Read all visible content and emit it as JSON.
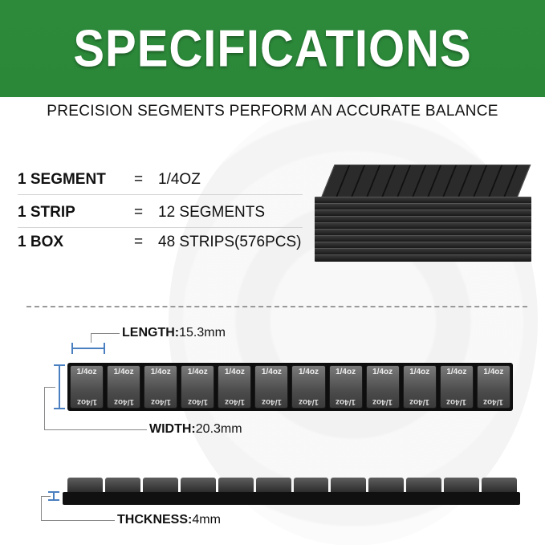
{
  "header": {
    "title": "SPECIFICATIONS",
    "bg_color": "#2a8838"
  },
  "subtitle": "PRECISION SEGMENTS PERFORM AN ACCURATE BALANCE",
  "specs": [
    {
      "key": "1 SEGMENT",
      "eq": "=",
      "value": "1/4OZ"
    },
    {
      "key": "1 STRIP",
      "eq": "=",
      "value": "12 SEGMENTS"
    },
    {
      "key": "1 BOX",
      "eq": "=",
      "value": "48 STRIPS(576PCS)"
    }
  ],
  "dimensions": {
    "length": {
      "label": "LENGTH:",
      "value": "15.3mm"
    },
    "width": {
      "label": "WIDTH:",
      "value": "20.3mm"
    },
    "thickness": {
      "label": "THCKNESS:",
      "value": "4mm"
    }
  },
  "segment_marking": "1/4oz",
  "accent_color": "#4a7fc0"
}
